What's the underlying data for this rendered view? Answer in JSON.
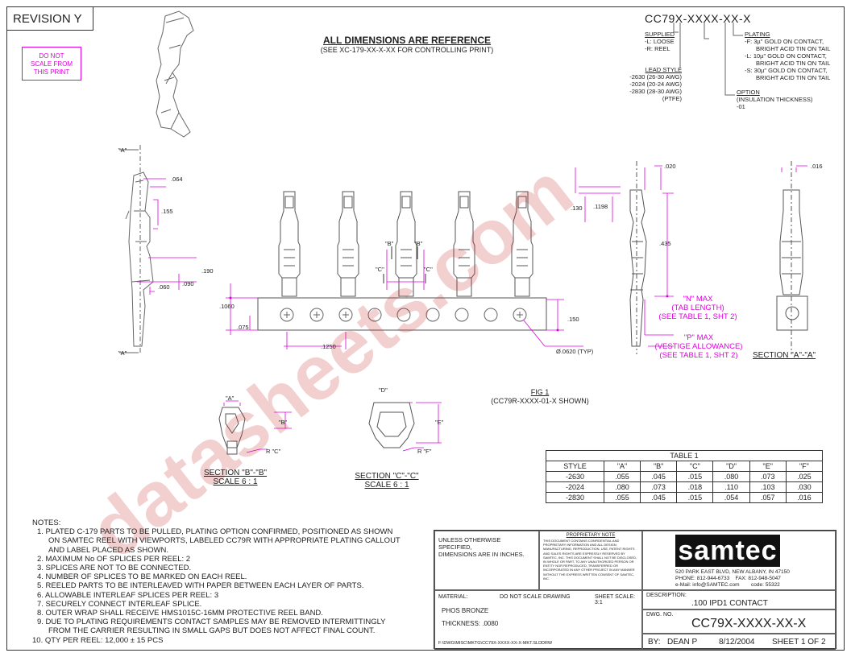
{
  "revision": "REVISION Y",
  "do_not_scale": "DO NOT\nSCALE FROM\nTHIS PRINT",
  "header": {
    "title": "ALL DIMENSIONS ARE REFERENCE",
    "subtitle": "(SEE XC-179-XX-X-XX FOR CONTROLLING PRINT)"
  },
  "part_number": "CC79X-XXXX-XX-X",
  "callouts": {
    "supplied_title": "SUPPLIED",
    "supplied": [
      "-L: LOOSE",
      "-R: REEL"
    ],
    "lead_style_title": "LEAD STYLE",
    "lead_style": [
      "-2630 (26-30 AWG)",
      "-2024 (20-24 AWG)",
      "-2830 (28-30 AWG)(PTFE)"
    ],
    "plating_title": "PLATING",
    "plating": [
      "-F: 3µ\" GOLD ON CONTACT,",
      "BRIGHT ACID TIN ON TAIL",
      "-L: 10µ\" GOLD ON CONTACT,",
      "BRIGHT ACID TIN ON TAIL",
      "-S: 30µ\" GOLD ON CONTACT,",
      "BRIGHT ACID TIN ON TAIL"
    ],
    "option_title": "OPTION",
    "option": [
      "(INSULATION THICKNESS)",
      "-01"
    ]
  },
  "dims": {
    "d064": ".064",
    "d155": ".155",
    "d190": ".190",
    "d060": ".060",
    "d090": ".090",
    "d1060": ".1060",
    "d075": ".075",
    "d1250": ".1250",
    "d150": ".150",
    "d0620": "Ø.0620 (TYP)",
    "d020": ".020",
    "d016": ".016",
    "d130": ".130",
    "d1198": ".1198",
    "d435": ".435",
    "n_max": "\"N\" MAX\n(TAB LENGTH)\n(SEE TABLE 1, SHT 2)",
    "p_max": "\"P\" MAX\n(VESTIGE ALLOWANCE)\n(SEE TABLE 1, SHT 2)",
    "a_mark": "\"A\"",
    "b_mark": "\"B\"",
    "c_mark": "\"C\"",
    "d_mark": "\"D\"",
    "e_mark": "\"E\"",
    "rc": "R \"C\"",
    "rf": "R \"F\""
  },
  "sections": {
    "aa": "SECTION \"A\"-\"A\"",
    "bb": "SECTION \"B\"-\"B\"",
    "bb_scale": "SCALE 6 : 1",
    "cc": "SECTION \"C\"-\"C\"",
    "cc_scale": "SCALE 6 : 1"
  },
  "fig": {
    "title": "FIG 1",
    "subtitle": "(CC79R-XXXX-01-X SHOWN)"
  },
  "table1": {
    "title": "TABLE 1",
    "headers": [
      "STYLE",
      "\"A\"",
      "\"B\"",
      "\"C\"",
      "\"D\"",
      "\"E\"",
      "\"F\""
    ],
    "rows": [
      [
        "-2630",
        ".055",
        ".045",
        ".015",
        ".080",
        ".073",
        ".025"
      ],
      [
        "-2024",
        ".080",
        ".073",
        ".018",
        ".110",
        ".103",
        ".030"
      ],
      [
        "-2830",
        ".055",
        ".045",
        ".015",
        ".054",
        ".057",
        ".016"
      ]
    ]
  },
  "notes": {
    "title": "NOTES:",
    "lines": [
      "1. PLATED C-179 PARTS TO BE PULLED, PLATING OPTION CONFIRMED,  POSITIONED AS SHOWN",
      "ON SAMTEC REEL WITH VIEWPORTS, LABELED CC79R WITH APPROPRIATE PLATING CALLOUT",
      "AND LABEL PLACED AS SHOWN.",
      "2. MAXIMUM No OF SPLICES PER REEL: 2",
      "3. SPLICES ARE NOT TO BE CONNECTED.",
      "4. NUMBER OF SPLICES TO BE MARKED ON EACH REEL.",
      "5. REELED PARTS TO BE INTERLEAVED WITH PAPER BETWEEN EACH LAYER OF PARTS.",
      "6. ALLOWABLE INTERLEAF SPLICES PER REEL: 3",
      "7. SECURELY CONNECT INTERLEAF SPLICE.",
      "8. OUTER WRAP SHALL RECEIVE HMS1015C-16MM PROTECTIVE REEL BAND.",
      "9. DUE TO PLATING REQUIREMENTS CONTACT SAMPLES MAY BE REMOVED INTERMITTINGLY",
      "FROM THE CARRIER RESULTING IN SMALL GAPS BUT DOES NOT AFFECT FINAL COUNT.",
      "10. QTY PER REEL: 12,000 ± 15 PCS"
    ]
  },
  "title_block": {
    "unless": "UNLESS OTHERWISE SPECIFIED,\nDIMENSIONS ARE IN INCHES.",
    "prop_title": "PROPRIETARY NOTE",
    "prop_text": "THIS DOCUMENT CONTAINS CONFIDENTIAL AND PROPRIETARY INFORMATION AND ALL DESIGN, MANUFACTURING, REPRODUCTION, USE, PATENT RIGHTS AND SALES RIGHTS ARE EXPRESSLY RESERVED BY SAMTEC, INC. THIS DOCUMENT SHALL NOT BE DISCLOSED, IN WHOLE OR PART, TO ANY UNAUTHORIZED PERSON OR ENTITY NOR REPRODUCED, TRANSFERRED OR INCORPORATED IN ANY OTHER PROJECT IN ANY MANNER WITHOUT THE EXPRESS WRITTEN CONSENT OF SAMTEC, INC.",
    "logo": "samtec",
    "address": "520 PARK EAST BLVD, NEW ALBANY, IN 47150",
    "phone": "PHONE: 812-944-6733",
    "fax": "FAX: 812-948-5047",
    "email": "e-Mail: info@SAMTEC.com",
    "code": "code: 55322",
    "material_label": "MATERIAL:",
    "dns": "DO NOT SCALE DRAWING",
    "sheet_scale": "SHEET SCALE: 3:1",
    "material": "PHOS BRONZE",
    "thickness": "THICKNESS: .0080",
    "path": "F:\\DWG\\MISC\\MKTG\\CC79X-XXXX-XX-X-MKT.SLDDRW",
    "description_label": "DESCRIPTION:",
    "description": ".100 IPD1 CONTACT",
    "dwg_label": "DWG. NO.",
    "dwg_no": "CC79X-XXXX-XX-X",
    "by_label": "BY:",
    "by": "DEAN P",
    "date": "8/12/2004",
    "sheet": "SHEET 1 OF 2"
  },
  "watermark": "datasheets.com"
}
